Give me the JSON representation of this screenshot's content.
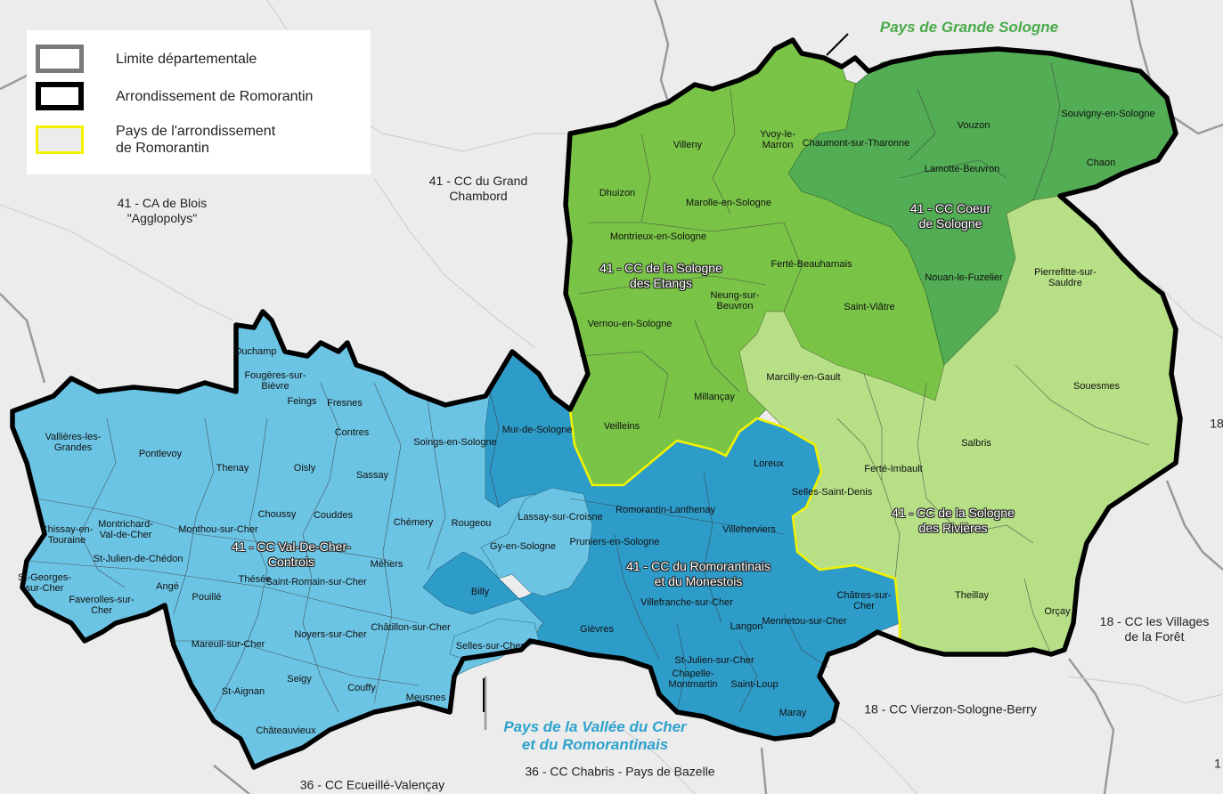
{
  "legend": {
    "items": [
      {
        "label": "Limite départementale",
        "stroke": "#7a7a7a",
        "fill": "#ffffff"
      },
      {
        "label": "Arrondissement de Romorantin",
        "stroke": "#000000",
        "fill": "#ffffff"
      },
      {
        "label_line1": "Pays de l'arrondissement",
        "label_line2": "de Romorantin",
        "stroke": "#f2f200",
        "fill": "#ececec"
      }
    ]
  },
  "colors": {
    "background": "#ececec",
    "cc_sologne_etangs": "#79c447",
    "cc_coeur_sologne": "#52ad54",
    "cc_sologne_rivieres": "#b6df86",
    "cc_val_de_cher_controis": "#6cc4e4",
    "cc_romorantinais": "#2e9cc9",
    "pays_grande_sologne": "#4aab4a",
    "pays_vallee_cher": "#2ea2cc"
  },
  "pays_labels": {
    "grande_sologne": "Pays de Grande Sologne",
    "vallee_cher_line1": "Pays de la Vallée du Cher",
    "vallee_cher_line2": "et du Romorantinais"
  },
  "cc_labels": {
    "sologne_etangs_1": "41 - CC de la Sologne",
    "sologne_etangs_2": "des Etangs",
    "coeur_sologne_1": "41 - CC Coeur",
    "coeur_sologne_2": "de Sologne",
    "val_de_cher_1": "41 - CC Val-De-Cher-",
    "val_de_cher_2": "Controis",
    "romorantinais_1": "41 - CC du Romorantinais",
    "romorantinais_2": "et du Monestois",
    "sologne_rivieres_1": "41 - CC de la Sologne",
    "sologne_rivieres_2": "des Rivières"
  },
  "external_labels": {
    "blois_1": "41 - CA de Blois",
    "blois_2": "\"Agglopolys\"",
    "chambord_1": "41 - CC du Grand",
    "chambord_2": "Chambord",
    "villages_foret_1": "18 - CC les Villages",
    "villages_foret_2": "de la Forêt",
    "vierzon": "18 - CC Vierzon-Sologne-Berry",
    "chabris": "36 - CC Chabris - Pays de Bazelle",
    "ecueille": "36 - CC Ecueillé-Valençay",
    "edge_18": "18",
    "edge_1": "1"
  },
  "communes": {
    "villeny": "Villeny",
    "yvoy": "Yvoy-le-\nMarron",
    "chaumont": "Chaumont-sur-Tharonne",
    "vouzon": "Vouzon",
    "souvigny": "Souvigny-en-Sologne",
    "lamotte": "Lamotte-Beuvron",
    "chaon": "Chaon",
    "dhuizon": "Dhuizon",
    "marolle": "Marolle-en-Sologne",
    "montrieux": "Montrieux-en-Sologne",
    "ferte_beauharnais": "Ferté-Beauharnais",
    "pierrefitte": "Pierrefitte-sur-\nSauldre",
    "nouan": "Nouan-le-Fuzelier",
    "neung": "Neung-sur-\nBeuvron",
    "saint_viatre": "Saint-Viâtre",
    "vernou": "Vernou-en-Sologne",
    "marcilly": "Marcilly-en-Gault",
    "souesmes": "Souesmes",
    "millancay": "Millançay",
    "veilleins": "Veilleins",
    "salbris": "Salbris",
    "loreux": "Loreux",
    "ferte_imbault": "Ferté-Imbault",
    "selles_st_denis": "Selles-Saint-Denis",
    "theillay": "Theillay",
    "orcay": "Orçay",
    "duchamp": "Duchamp",
    "fougeres": "Fougères-sur-\nBièvre",
    "feings": "Feings",
    "fresnes": "Fresnes",
    "contres": "Contres",
    "vallieres": "Vallières-les-\nGrandes",
    "pontlevoy": "Pontlevoy",
    "thenay": "Thenay",
    "oisly": "Oisly",
    "sassay": "Sassay",
    "soings": "Soings-en-Sologne",
    "mur": "Mur-de-Sologne",
    "chissay": "Chissay-en-\nTouraine",
    "montrichard": "Montrichard-\nVal-de-Cher",
    "monthou": "Monthou-sur-Cher",
    "choussy": "Choussy",
    "couddes": "Couddes",
    "chemery": "Chémery",
    "rougeou": "Rougeou",
    "lassay": "Lassay-sur-Croisne",
    "romorantin": "Romorantin-Lanthenay",
    "villeherviers": "Villeherviers",
    "st_julien_chedon": "St-Julien-de-Chédon",
    "st_georges": "St-Georges-\nsur-Cher",
    "faverolles": "Faverolles-sur-\nCher",
    "ange": "Angé",
    "pouille": "Pouillé",
    "these": "Thésée",
    "st_romain": "Saint-Romain-sur-Cher",
    "mehers": "Méhers",
    "gy": "Gy-en-Sologne",
    "pruniers": "Pruniers-en-Sologne",
    "billy": "Billy",
    "villefranche": "Villefranche-sur-Cher",
    "chatres": "Châtres-sur-\nCher",
    "mareuil": "Mareuil-sur-Cher",
    "noyers": "Noyers-sur-Cher",
    "chatillon": "Châtillon-sur-Cher",
    "selles_cher": "Selles-sur-Cher",
    "gievres": "Gièvres",
    "langon": "Langon",
    "mennetou": "Mennetou-sur-Cher",
    "st_aignan": "St-Aignan",
    "seigy": "Seigy",
    "couffy": "Couffy",
    "meusnes": "Meusnes",
    "st_julien_cher": "St-Julien-sur-Cher",
    "chapelle": "Chapelle-\nMontmartin",
    "saint_loup": "Saint-Loup",
    "maray": "Maray",
    "chateauvieux": "Châteauvieux"
  }
}
